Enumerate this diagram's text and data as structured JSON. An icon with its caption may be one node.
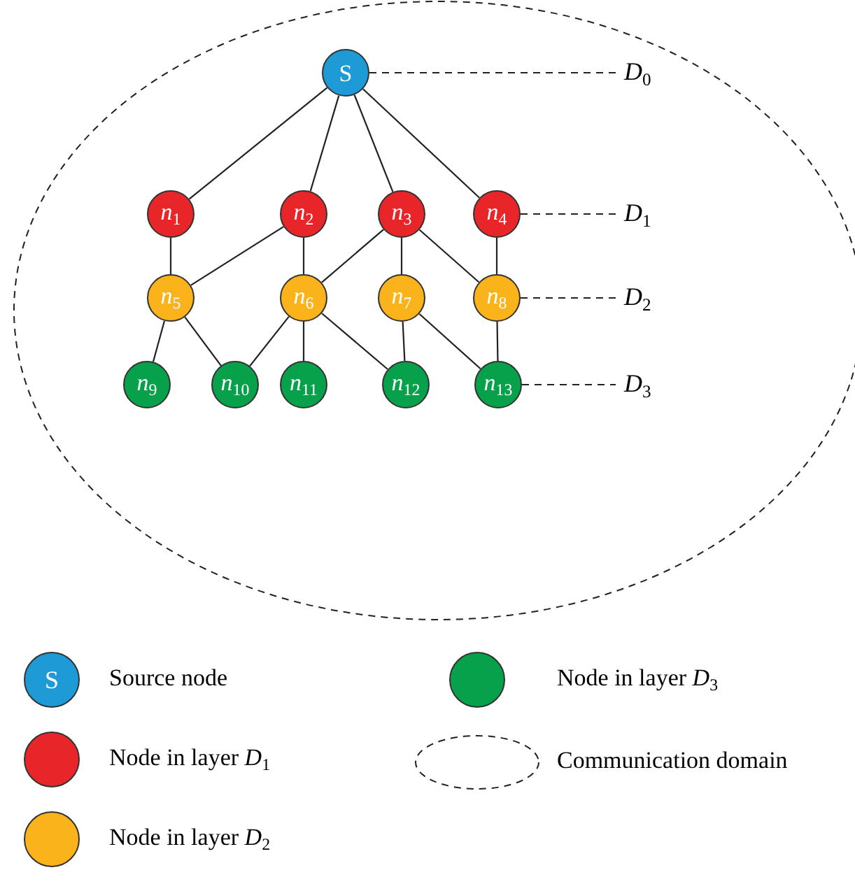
{
  "diagram": {
    "nodes": [
      {
        "text": [
          "S"
        ]
      },
      {
        "text": [
          "*n*$_{1}$"
        ]
      },
      {
        "text": [
          "*n*$_{2}$"
        ]
      },
      {
        "text": [
          "*n*$_{3}$"
        ]
      },
      {
        "text": [
          "*n*$_{4}$"
        ]
      },
      {
        "text": [
          "*n*$_{5}$"
        ]
      },
      {
        "text": [
          "*n*$_{6}$"
        ]
      },
      {
        "text": [
          "*n*$_{7}$"
        ]
      },
      {
        "text": [
          "*n*$_{8}$"
        ]
      },
      {
        "text": [
          "*n*$_{9}$"
        ]
      },
      {
        "text": [
          "*n*$_{10}$"
        ]
      },
      {
        "text": [
          "*n*$_{11}$"
        ]
      },
      {
        "text": [
          "*n*$_{12}$"
        ]
      },
      {
        "text": [
          "*n*$_{13}$"
        ]
      },
      {
        "text": [
          "*D*$_{0}$"
        ]
      },
      {
        "text": [
          "*D*$_{1}$"
        ]
      },
      {
        "text": [
          "*D*$_{2}$"
        ]
      },
      {
        "text": [
          "*D*$_{3}$"
        ]
      }
    ],
    "edges": [
      {
        "from": 0,
        "to": 1,
        "arrow": "none"
      },
      {
        "from": 0,
        "to": 2,
        "arrow": "none"
      },
      {
        "from": 0,
        "to": 3,
        "arrow": "none"
      },
      {
        "from": 0,
        "to": 4,
        "arrow": "none"
      },
      {
        "from": 1,
        "to": 5,
        "arrow": "none"
      },
      {
        "from": 2,
        "to": 5,
        "arrow": "none"
      },
      {
        "from": 2,
        "to": 6,
        "arrow": "none"
      },
      {
        "from": 3,
        "to": 6,
        "arrow": "none"
      },
      {
        "from": 3,
        "to": 7,
        "arrow": "none"
      },
      {
        "from": 3,
        "to": 8,
        "arrow": "none"
      },
      {
        "from": 4,
        "to": 8,
        "arrow": "none"
      },
      {
        "from": 5,
        "to": 9,
        "arrow": "none"
      },
      {
        "from": 5,
        "to": 10,
        "arrow": "none"
      },
      {
        "from": 6,
        "to": 10,
        "arrow": "none"
      },
      {
        "from": 6,
        "to": 11,
        "arrow": "none"
      },
      {
        "from": 6,
        "to": 12,
        "arrow": "none"
      },
      {
        "from": 7,
        "to": 12,
        "arrow": "none"
      },
      {
        "from": 7,
        "to": 13,
        "arrow": "none"
      },
      {
        "from": 8,
        "to": 13,
        "arrow": "none"
      },
      {
        "from": 0,
        "to": 14,
        "arrow": "none",
        "style": "dashed"
      },
      {
        "from": 4,
        "to": 15,
        "arrow": "none",
        "style": "dashed"
      },
      {
        "from": 8,
        "to": 16,
        "arrow": "none",
        "style": "dashed"
      },
      {
        "from": 13,
        "to": 17,
        "arrow": "none",
        "style": "dashed"
      }
    ],
    "labels": [
      "S"
    ],
    "legend": [
      {
        "text": "Source node",
        "color": "#1e9bd7"
      },
      {
        "text": "Node in layer *D*$_{1}$",
        "color": "#e8262a"
      },
      {
        "text": "Node in layer *D*$_{2}$",
        "color": "#fbb31c"
      },
      {
        "text": "Node in layer *D*$_{3}$",
        "color": "#07a04b"
      },
      {
        "text": "Communication domain"
      }
    ]
  }
}
